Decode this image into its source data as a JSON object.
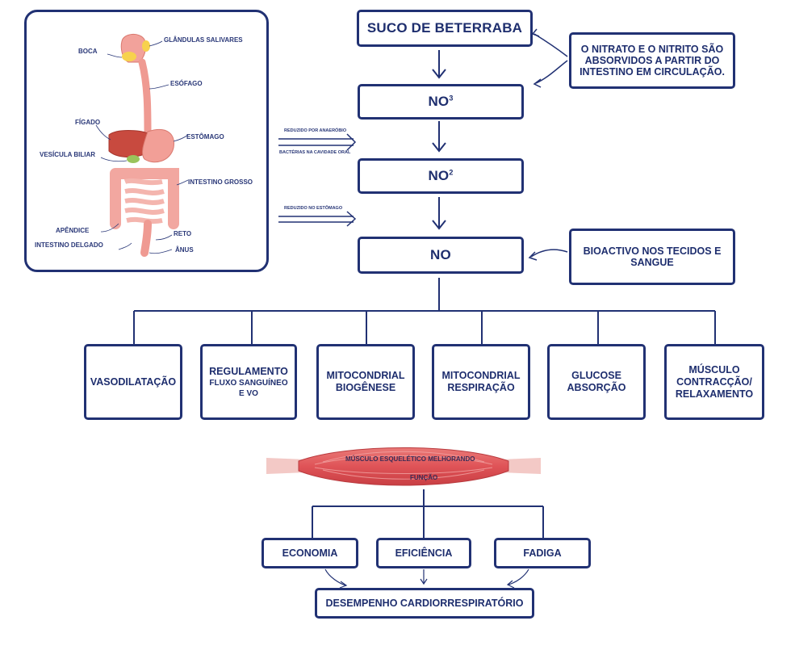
{
  "anatomy": {
    "labels": {
      "boca": "BOCA",
      "glandulas": "GLÂNDULAS SALIVARES",
      "esofago": "ESÓFAGO",
      "figado": "FÍGADO",
      "estomago": "ESTÔMAGO",
      "vesicula": "VESÍCULA BILIAR",
      "intestino_grosso": "INTESTINO GROSSO",
      "apendice": "APÊNDICE",
      "reto": "RETO",
      "intestino_delgado": "INTESTINO DELGADO",
      "anus": "ÂNUS"
    }
  },
  "flow": {
    "top": "SUCO DE BETERRABA",
    "no3_base": "NO",
    "no3_sup": "3",
    "no2_base": "NO",
    "no2_sup": "2",
    "no": "NO",
    "note_absorption": "O NITRATO E O NITRITO SÃO ABSORVIDOS A PARTIR DO INTESTINO EM CIRCULAÇÃO.",
    "note_bioactive": "BIOACTIVO NOS TECIDOS E SANGUE",
    "arrow1_top": "REDUZIDO POR ANAERÓBIO",
    "arrow1_bottom": "BACTÉRIAS NA CAVIDADE ORAL",
    "arrow2_top": "REDUZIDO NO ESTÔMAGO"
  },
  "effects": [
    {
      "line1": "VASODILATAÇÃO",
      "line2": ""
    },
    {
      "line1": "REGULAMENTO",
      "line2": "FLUXO SANGUÍNEO E VO"
    },
    {
      "line1": "MITOCONDRIAL BIOGÊNESE",
      "line2": ""
    },
    {
      "line1": "MITOCONDRIAL RESPIRAÇÃO",
      "line2": ""
    },
    {
      "line1": "GLUCOSE ABSORÇÃO",
      "line2": ""
    },
    {
      "line1": "MÚSCULO CONTRACÇÃO/ RELAXAMENTO",
      "line2": ""
    }
  ],
  "muscle": {
    "line1": "MÚSCULO ESQUELÉTICO MELHORANDO",
    "line2": "FUNÇÃO"
  },
  "outcomes": [
    "ECONOMIA",
    "EFICIÊNCIA",
    "FADIGA"
  ],
  "final": "DESEMPENHO CARDIORRESPIRATÓRIO",
  "colors": {
    "navy": "#213173",
    "muscle_red": "#e05a5a",
    "tendon": "#f3c9c6"
  }
}
